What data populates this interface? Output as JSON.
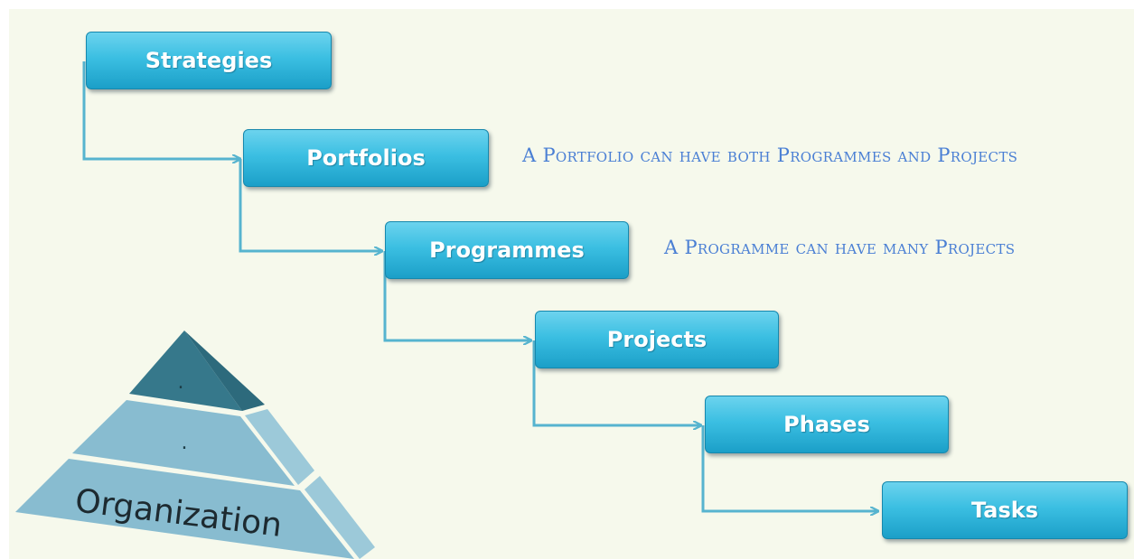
{
  "nodes": [
    {
      "id": "strategies",
      "label": "Strategies"
    },
    {
      "id": "portfolios",
      "label": "Portfolios"
    },
    {
      "id": "programmes",
      "label": "Programmes"
    },
    {
      "id": "projects",
      "label": "Projects"
    },
    {
      "id": "phases",
      "label": "Phases"
    },
    {
      "id": "tasks",
      "label": "Tasks"
    }
  ],
  "edges": [
    {
      "from": "strategies",
      "to": "portfolios"
    },
    {
      "from": "portfolios",
      "to": "programmes"
    },
    {
      "from": "programmes",
      "to": "projects"
    },
    {
      "from": "projects",
      "to": "phases"
    },
    {
      "from": "phases",
      "to": "tasks"
    }
  ],
  "notes": {
    "portfolio_note": "A Portfolio can have both Programmes and Projects",
    "programme_note": "A Programme can have many Projects"
  },
  "pyramid": {
    "top_label": ".",
    "middle_label": ".",
    "base_label": "Organization"
  },
  "colors": {
    "background": "#f6f9ec",
    "box_fill": "#3bbfe2",
    "connector": "#56b4cf",
    "note_text": "#4a7fd4",
    "pyramid_dark": "#36788b",
    "pyramid_light": "#88bcd0"
  }
}
